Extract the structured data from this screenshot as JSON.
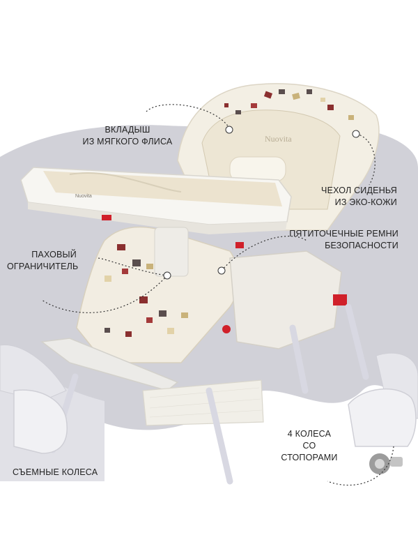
{
  "product": {
    "brand_logo_text": "Nuovita",
    "tray_logo_text": "Nuovita"
  },
  "callouts": [
    {
      "id": "fleece-insert",
      "lines": [
        "ВКЛАДЫШ",
        "ИЗ МЯГКОГО ФЛИСА"
      ]
    },
    {
      "id": "seat-cover",
      "lines": [
        "ЧЕХОЛ СИДЕНЬЯ",
        "ИЗ ЭКО-КОЖИ"
      ]
    },
    {
      "id": "harness",
      "lines": [
        "ПЯТИТОЧЕЧНЫЕ РЕМНИ",
        "БЕЗОПАСНОСТИ"
      ]
    },
    {
      "id": "crotch-limiter",
      "lines": [
        "ПАХОВЫЙ",
        "ОГРАНИЧИТЕЛЬ"
      ]
    },
    {
      "id": "removable-wheels",
      "lines": [
        "СЪЕМНЫЕ КОЛЕСА"
      ]
    },
    {
      "id": "four-wheels",
      "lines": [
        "4 КОЛЕСА",
        "СО СТОПОРАМИ"
      ]
    }
  ],
  "colors": {
    "background_blob": "#cfcfd6",
    "chair_body": "#f3efe6",
    "tray": "#f7f6f2",
    "accent_red": "#d0202a",
    "frame": "#e9e9ee",
    "pattern": [
      "#8a2f2f",
      "#5a4e4e",
      "#c9b27a",
      "#e2d2a8",
      "#a43a3a"
    ]
  }
}
